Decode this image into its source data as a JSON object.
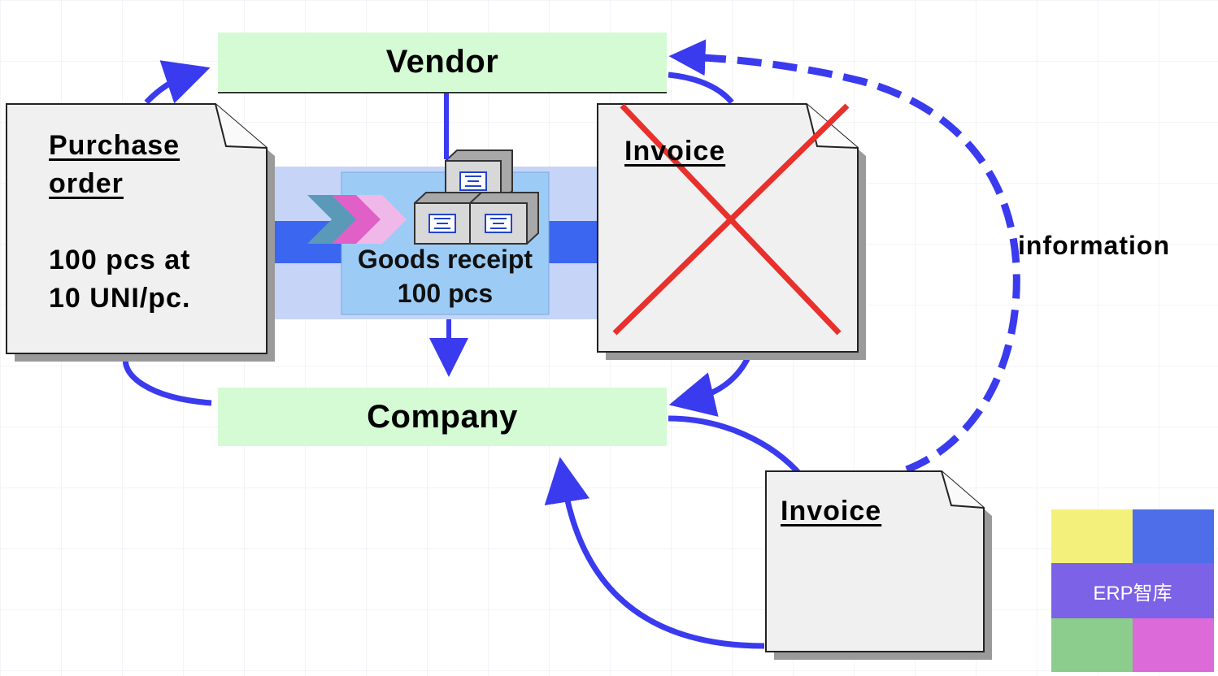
{
  "entities": {
    "vendor": "Vendor",
    "company": "Company"
  },
  "purchase_order": {
    "title_line1": "Purchase",
    "title_line2": "order",
    "detail_line1": "100 pcs at",
    "detail_line2": "10 UNI/pc."
  },
  "goods_receipt": {
    "line1": "Goods receipt",
    "line2": "100 pcs"
  },
  "invoice_cancelled": {
    "title": "Invoice"
  },
  "invoice_new": {
    "title": "Invoice"
  },
  "information_label": "information",
  "logo": {
    "text": "ERP智库",
    "colors": {
      "top_left": "#f4f07c",
      "top_right": "#4e6de8",
      "band": "#7b62e6",
      "bottom_left": "#8ccc8c",
      "bottom_right": "#dc6ad8"
    }
  },
  "colors": {
    "arrow": "#3a3aee",
    "entity_fill": "#d4fbd4",
    "cross": "#e8302c",
    "doc_fill": "#f0f0f0"
  }
}
